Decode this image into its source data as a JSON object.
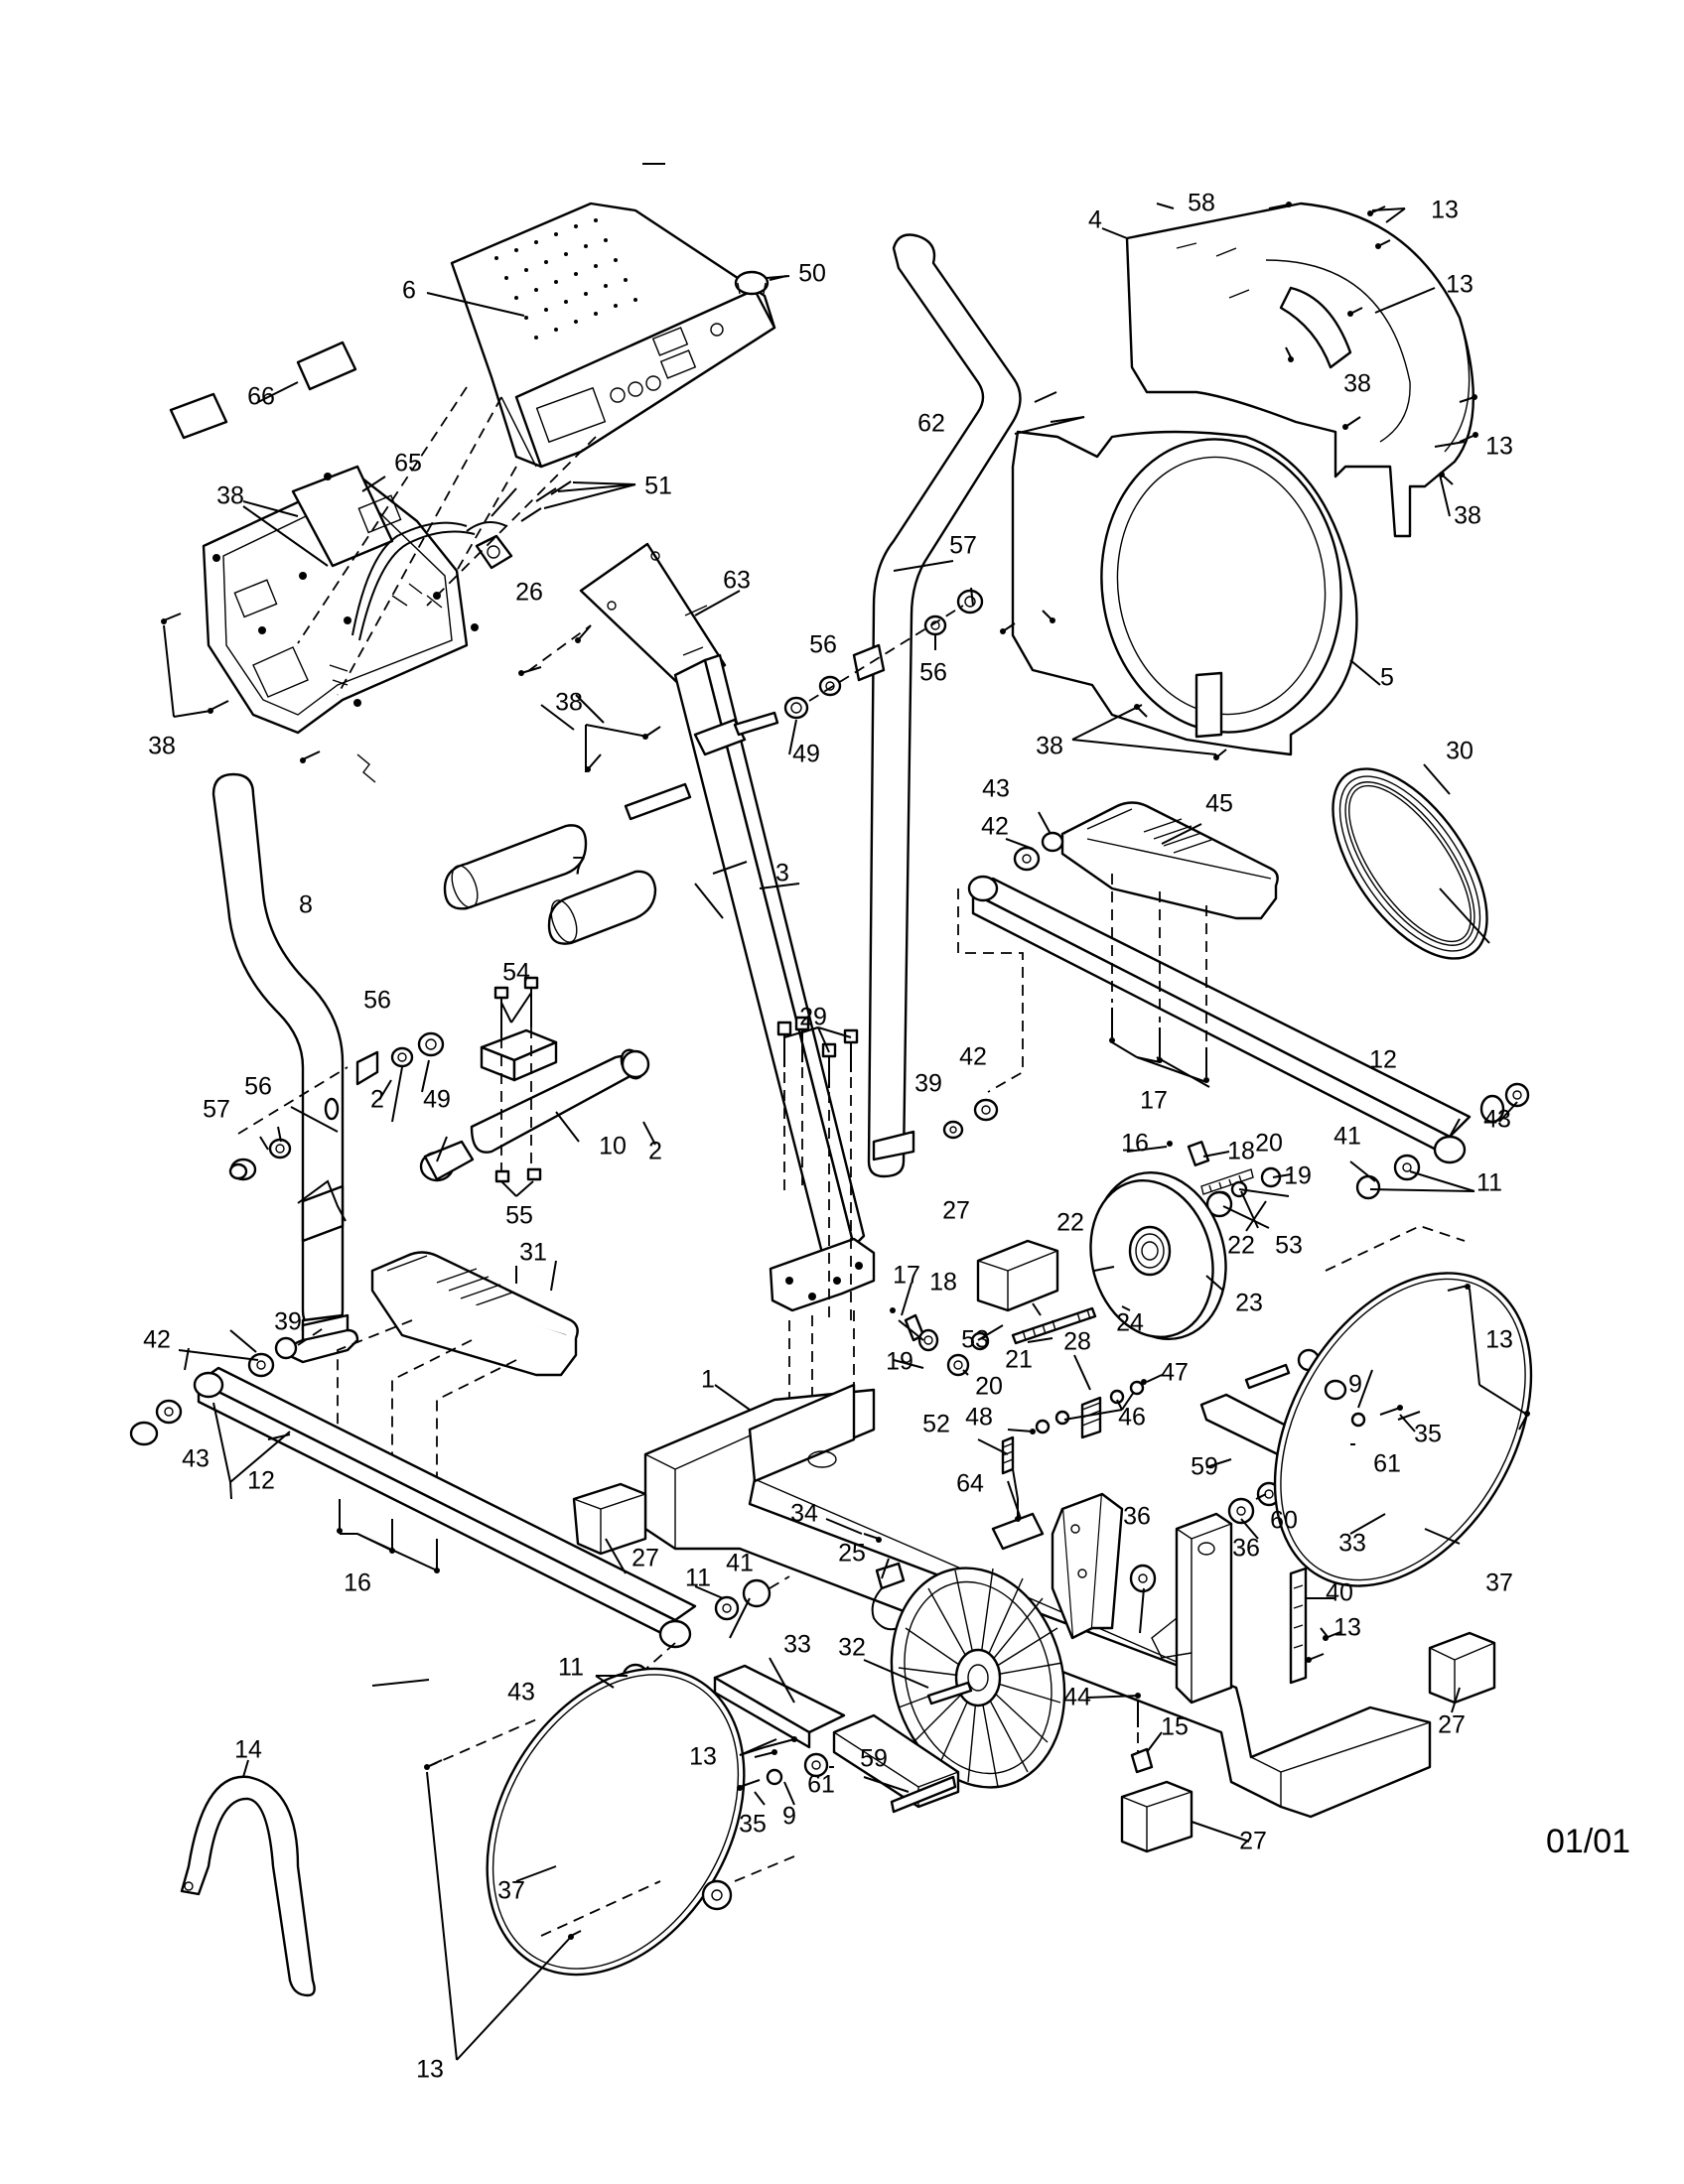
{
  "diagram": {
    "callouts": [
      "1",
      "2",
      "2",
      "3",
      "4",
      "5",
      "6",
      "7",
      "8",
      "9",
      "9",
      "10",
      "11",
      "11",
      "11",
      "12",
      "12",
      "13",
      "13",
      "13",
      "13",
      "13",
      "13",
      "13",
      "14",
      "15",
      "16",
      "16",
      "17",
      "17",
      "18",
      "18",
      "19",
      "19",
      "20",
      "20",
      "21",
      "22",
      "22",
      "23",
      "24",
      "25",
      "26",
      "27",
      "27",
      "27",
      "27",
      "28",
      "29",
      "30",
      "31",
      "32",
      "33",
      "33",
      "34",
      "35",
      "35",
      "36",
      "36",
      "37",
      "37",
      "38",
      "38",
      "38",
      "38",
      "38",
      "38",
      "39",
      "39",
      "40",
      "41",
      "41",
      "42",
      "42",
      "42",
      "43",
      "43",
      "43",
      "43",
      "44",
      "45",
      "46",
      "47",
      "48",
      "49",
      "49",
      "50",
      "51",
      "52",
      "53",
      "53",
      "54",
      "55",
      "56",
      "56",
      "56",
      "56",
      "57",
      "57",
      "58",
      "59",
      "59",
      "60",
      "61",
      "61",
      "62",
      "63",
      "64",
      "65",
      "66"
    ],
    "revision_code": "01/01"
  }
}
